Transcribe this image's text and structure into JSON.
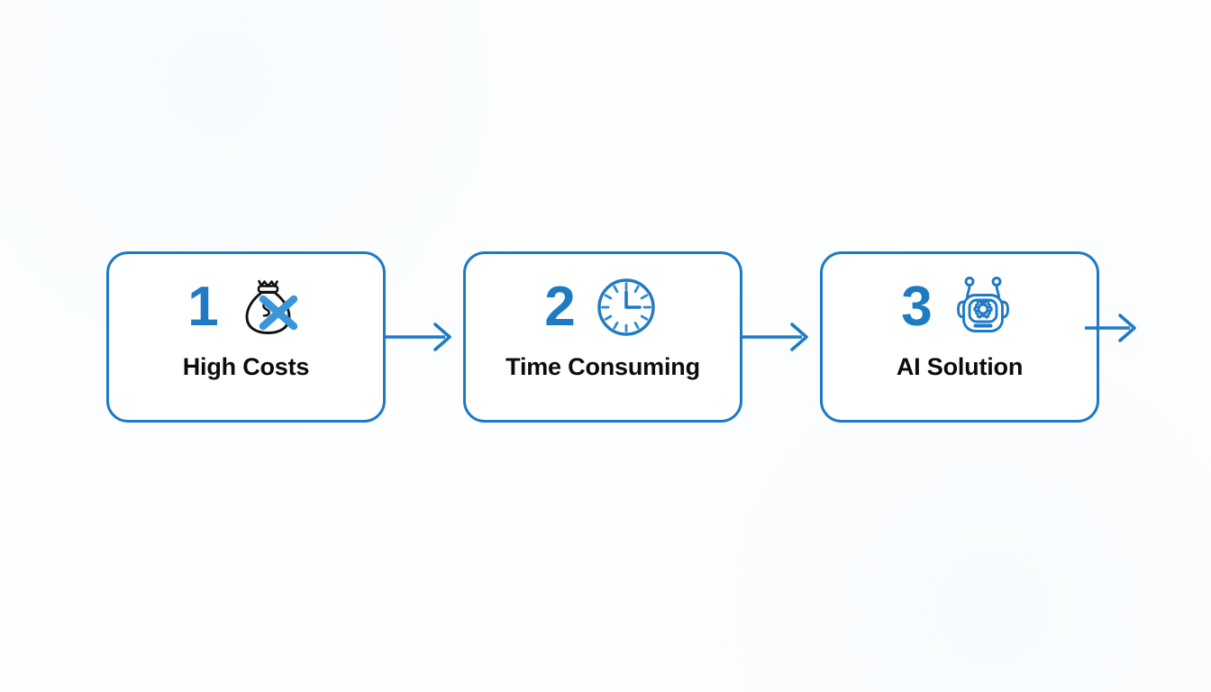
{
  "diagram": {
    "title": "Three step process flow",
    "type": "horizontal-process-flow",
    "background_color": "#fdfeff",
    "accent_color": "#1f7ac4",
    "icon_secondary_color": "#3b96d9",
    "label_color": "#0c0c0c",
    "steps": [
      {
        "number": "1",
        "label": "High Costs",
        "icon": "money-bag-crossed-out-icon"
      },
      {
        "number": "2",
        "label": "Time Consuming",
        "icon": "clock-icon"
      },
      {
        "number": "3",
        "label": "AI Solution",
        "icon": "robot-head-gear-icon"
      }
    ],
    "connectors": [
      {
        "name": "arrow-step-1-to-2",
        "direction": "right"
      },
      {
        "name": "arrow-step-2-to-3",
        "direction": "right"
      },
      {
        "name": "arrow-step-3-outgoing",
        "direction": "right"
      }
    ]
  }
}
